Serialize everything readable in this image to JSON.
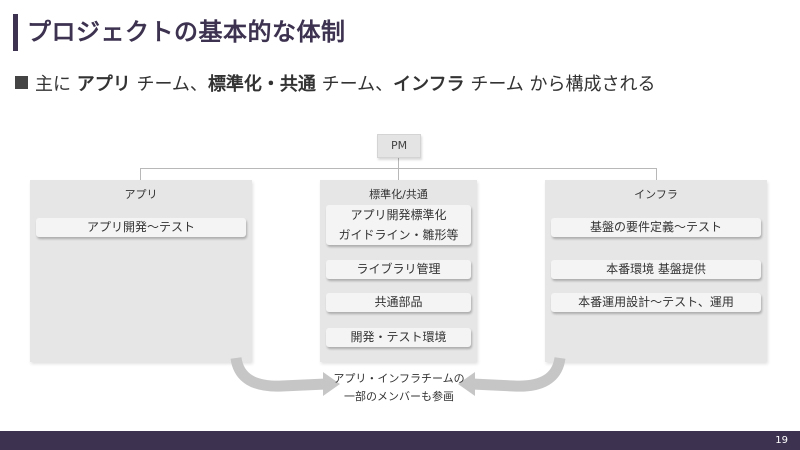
{
  "header": {
    "title": "プロジェクトの基本的な体制"
  },
  "subtitle": {
    "p1": "主に",
    "app": "アプリ",
    "p2": "チーム、",
    "std": "標準化・共通",
    "p3": "チーム、",
    "infra": "インフラ",
    "p4": "チーム から構成される"
  },
  "pm": {
    "label": "PM"
  },
  "teams": [
    {
      "title": "アプリ",
      "items": [
        "アプリ開発～テスト"
      ]
    },
    {
      "title": "標準化/共通",
      "items": [
        "アプリ開発標準化",
        "ガイドライン・雛形等",
        "ライブラリ管理",
        "共通部品",
        "開発・テスト環境"
      ]
    },
    {
      "title": "インフラ",
      "items": [
        "基盤の要件定義～テスト",
        "本番環境 基盤提供",
        "本番運用設計～テスト、運用"
      ]
    }
  ],
  "note": {
    "line1": "アプリ・インフラチームの",
    "line2": "一部のメンバーも参画"
  },
  "footer": {
    "page": "19"
  },
  "colors": {
    "accent": "#3d3350",
    "panel": "#e6e6e6",
    "item": "#f4f4f4"
  }
}
